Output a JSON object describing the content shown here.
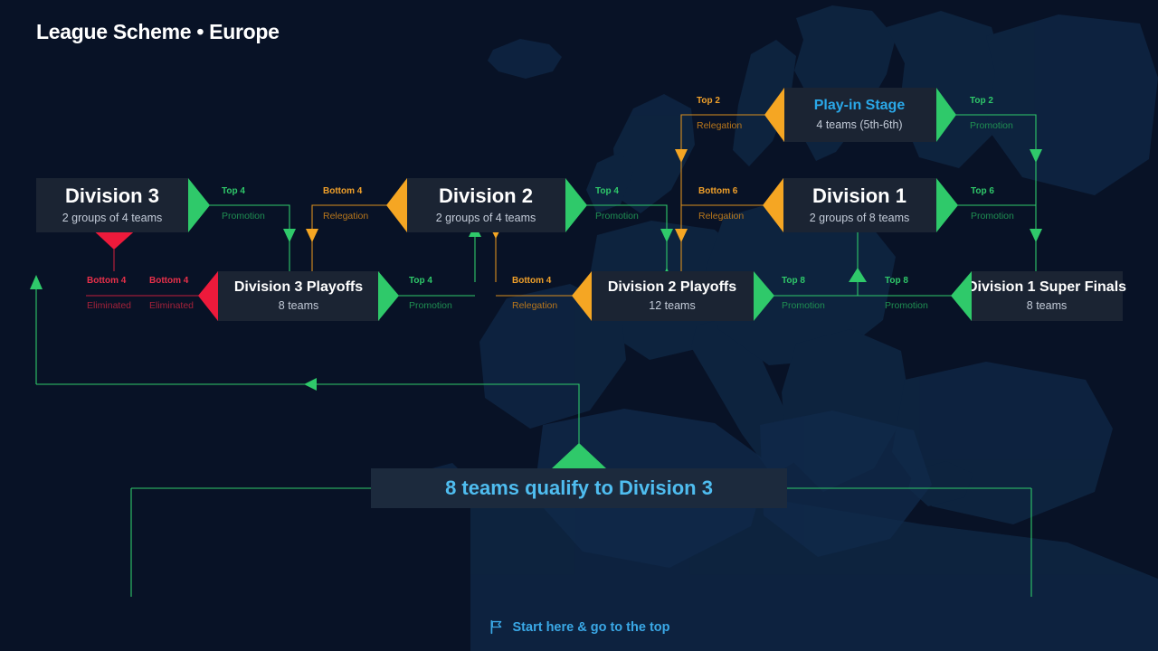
{
  "page": {
    "title": "League Scheme • Europe",
    "background_color": "#081226",
    "block_color": "#1b2433",
    "accent_green": "#2fc96a",
    "accent_orange": "#f5a623",
    "accent_red": "#ed1a3b",
    "accent_blue": "#4fbdf0"
  },
  "nodes": {
    "play_in": {
      "title": "Play-in Stage",
      "sub": "4 teams (5th-6th)"
    },
    "division3": {
      "title": "Division 3",
      "sub": "2 groups of 4 teams"
    },
    "division2": {
      "title": "Division 2",
      "sub": "2 groups of 4 teams"
    },
    "division1": {
      "title": "Division 1",
      "sub": "2 groups of 8 teams"
    },
    "division3_playoffs": {
      "title": "Division 3 Playoffs",
      "sub": "8 teams"
    },
    "division2_playoffs": {
      "title": "Division 2 Playoffs",
      "sub": "12 teams"
    },
    "division1_super_finals": {
      "title": "Division 1 Super Finals",
      "sub": "8 teams"
    },
    "qualify_banner": {
      "title": "8 teams qualify to Division 3"
    }
  },
  "edges": [
    {
      "id": "playin_left",
      "top": "Top 2",
      "bottom": "Relegation",
      "color": "orange"
    },
    {
      "id": "playin_right",
      "top": "Top 2",
      "bottom": "Promotion",
      "color": "green"
    },
    {
      "id": "d3_right",
      "top": "Top 4",
      "bottom": "Promotion",
      "color": "green"
    },
    {
      "id": "d2_left",
      "top": "Bottom 4",
      "bottom": "Relegation",
      "color": "orange"
    },
    {
      "id": "d2_right",
      "top": "Top 4",
      "bottom": "Promotion",
      "color": "green"
    },
    {
      "id": "d1_left",
      "top": "Bottom 6",
      "bottom": "Relegation",
      "color": "orange"
    },
    {
      "id": "d1_right",
      "top": "Top 6",
      "bottom": "Promotion",
      "color": "green"
    },
    {
      "id": "d3p_far_left",
      "top": "Bottom 4",
      "bottom": "Eliminated",
      "color": "red"
    },
    {
      "id": "d3p_left",
      "top": "Bottom 4",
      "bottom": "Eliminated",
      "color": "red"
    },
    {
      "id": "d3p_right",
      "top": "Top 4",
      "bottom": "Promotion",
      "color": "green"
    },
    {
      "id": "d2p_left",
      "top": "Bottom 4",
      "bottom": "Relegation",
      "color": "orange"
    },
    {
      "id": "d2p_right",
      "top": "Top 8",
      "bottom": "Promotion",
      "color": "green"
    },
    {
      "id": "sf_left",
      "top": "Top 8",
      "bottom": "Promotion",
      "color": "green"
    }
  ],
  "footer": {
    "icon": "flag-icon",
    "text": "Start here & go to the top"
  }
}
